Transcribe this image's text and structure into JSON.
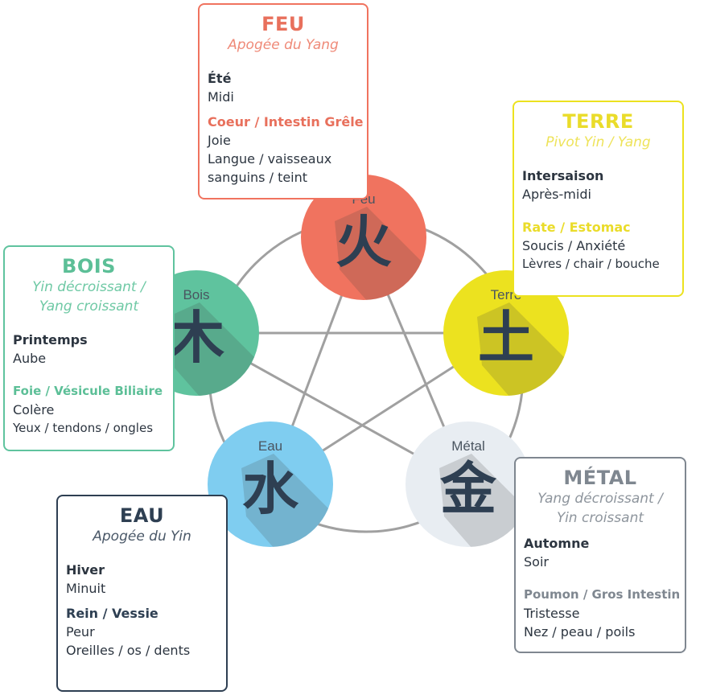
{
  "elements": [
    {
      "key": "feu",
      "node_label": "Feu",
      "character": "火",
      "color": "#f0735f",
      "title": "FEU",
      "subtitle": "Apogée du Yang",
      "season": "Été",
      "time": "Midi",
      "organs": "Coeur / Intestin Grêle",
      "emotion": "Joie",
      "body": "Langue / vaisseaux sanguins / teint"
    },
    {
      "key": "terre",
      "node_label": "Terre",
      "character": "土",
      "color": "#ece21f",
      "title": "TERRE",
      "subtitle": "Pivot Yin / Yang",
      "season": "Intersaison",
      "time": "Après-midi",
      "organs": "Rate / Estomac",
      "emotion": "Soucis / Anxiété",
      "body": "Lèvres / chair / bouche"
    },
    {
      "key": "metal",
      "node_label": "Métal",
      "character": "金",
      "color": "#e8edf2",
      "title": "MÉTAL",
      "subtitle": "Yang décroissant / Yin croissant",
      "season": "Automne",
      "time": "Soir",
      "organs": "Poumon / Gros Intestin",
      "emotion": "Tristesse",
      "body": "Nez / peau / poils"
    },
    {
      "key": "eau",
      "node_label": "Eau",
      "character": "水",
      "color": "#7fcdf0",
      "title": "EAU",
      "subtitle": "Apogée du Yin",
      "season": "Hiver",
      "time": "Minuit",
      "organs": "Rein / Vessie",
      "emotion": "Peur",
      "body": "Oreilles / os / dents"
    },
    {
      "key": "bois",
      "node_label": "Bois",
      "character": "木",
      "color": "#5fc39e",
      "title": "BOIS",
      "subtitle": "Yin décroissant / Yang croissant",
      "season": "Printemps",
      "time": "Aube",
      "organs": "Foie / Vésicule Biliaire",
      "emotion": "Colère",
      "body": "Yeux / tendons / ongles"
    }
  ],
  "colors": {
    "feu_text": "#e8705c",
    "terre_text": "#eadc2a",
    "metal_text": "#7f8790",
    "eau_text": "#2e3f52",
    "bois_text": "#5cbf97",
    "line": "#9a9a9a",
    "character": "#2e3f52"
  }
}
